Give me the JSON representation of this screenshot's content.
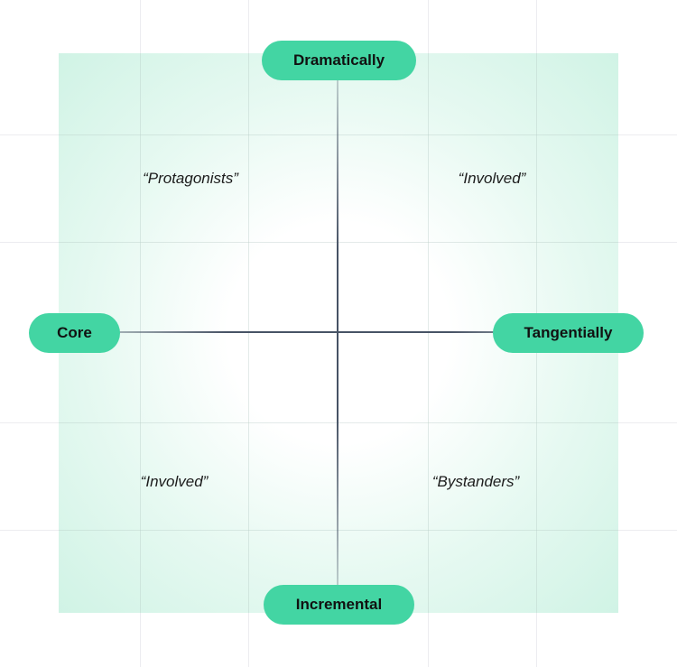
{
  "axes": {
    "top": "Dramatically",
    "bottom": "Incremental",
    "left": "Core",
    "right": "Tangentially"
  },
  "quadrants": {
    "top_left": "“Protagonists”",
    "top_right": "“Involved”",
    "bottom_left": "“Involved”",
    "bottom_right": "“Bystanders”"
  },
  "colors": {
    "pill": "#43d5a3",
    "axis": "#475365",
    "board_tint": "#d0f3e5"
  }
}
